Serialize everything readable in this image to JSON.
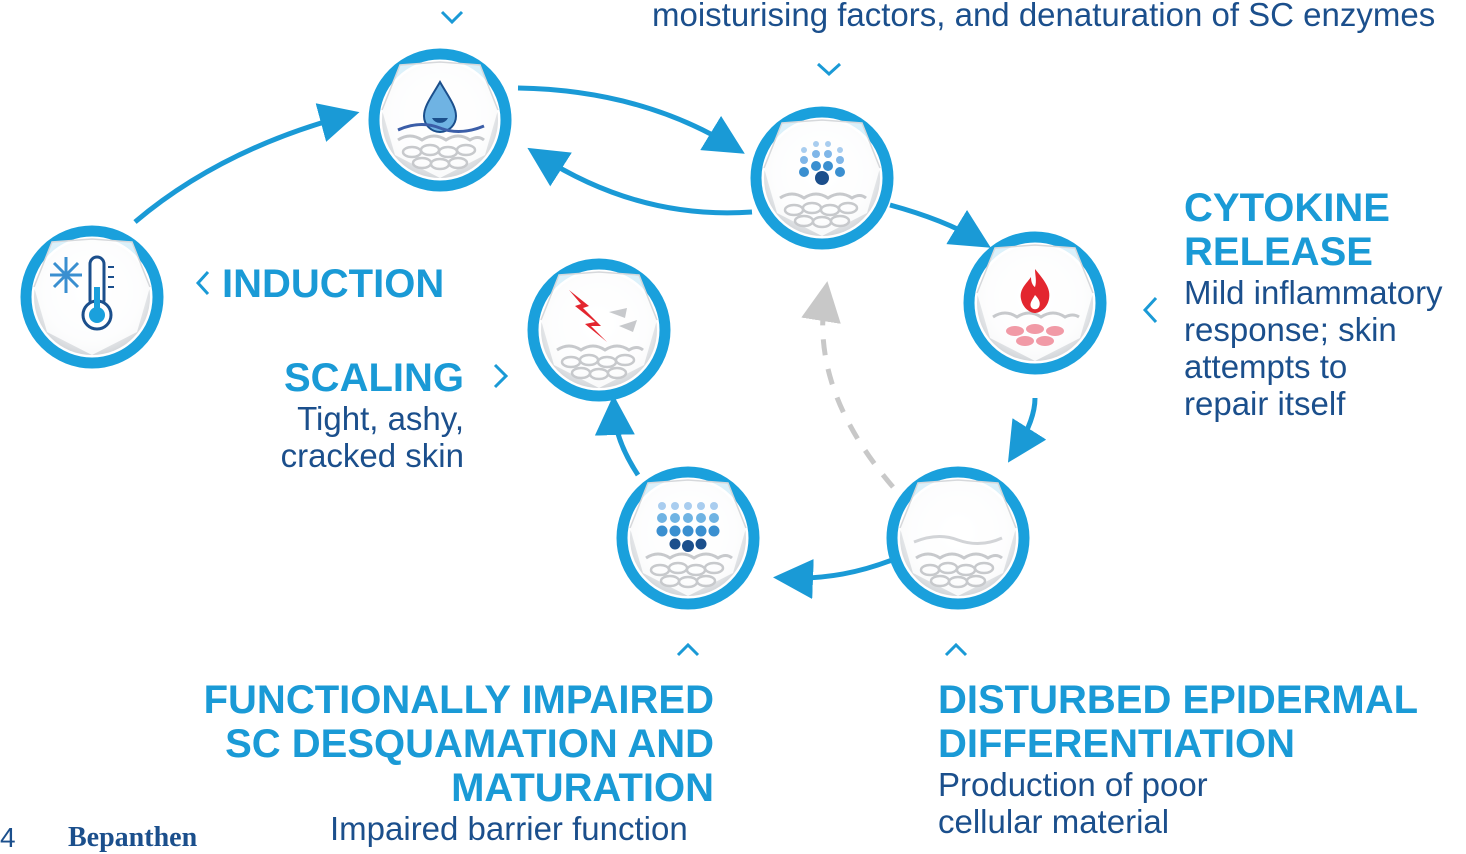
{
  "top_right_text": "moisturising factors, and denaturation of SC enzymes",
  "induction": {
    "title": "INDUCTION"
  },
  "cytokine": {
    "title_line1": "CYTOKINE",
    "title_line2": "RELEASE",
    "desc_line1": "Mild inflammatory",
    "desc_line2": "response; skin",
    "desc_line3": "attempts to",
    "desc_line4": "repair itself"
  },
  "scaling": {
    "title": "SCALING",
    "desc_line1": "Tight, ashy,",
    "desc_line2": "cracked skin"
  },
  "impaired": {
    "title_line1": "FUNCTIONALLY IMPAIRED",
    "title_line2": "SC DESQUAMATION AND",
    "title_line3": "MATURATION",
    "desc": "Impaired barrier function"
  },
  "disturbed": {
    "title_line1": "DISTURBED EPIDERMAL",
    "title_line2": "DIFFERENTIATION",
    "desc_line1": "Production of poor",
    "desc_line2": "cellular material"
  },
  "footer": {
    "page_number": "4",
    "brand": "Bepanthen"
  },
  "colors": {
    "accent": "#1a9ad6",
    "text_dark": "#1b4f8c",
    "ring": "#1aa0dc",
    "flame": "#e3262f",
    "dashed": "#c8c8c8"
  },
  "icons": {
    "induction": "snowflake-thermometer-icon",
    "water_loss": "water-drop-icon",
    "dry_layers": "dot-columns-icon",
    "cytokine": "flame-icon",
    "scaling": "lightning-icon",
    "disturbed": "skin-layers-icon",
    "impaired": "dot-grid-icon"
  }
}
